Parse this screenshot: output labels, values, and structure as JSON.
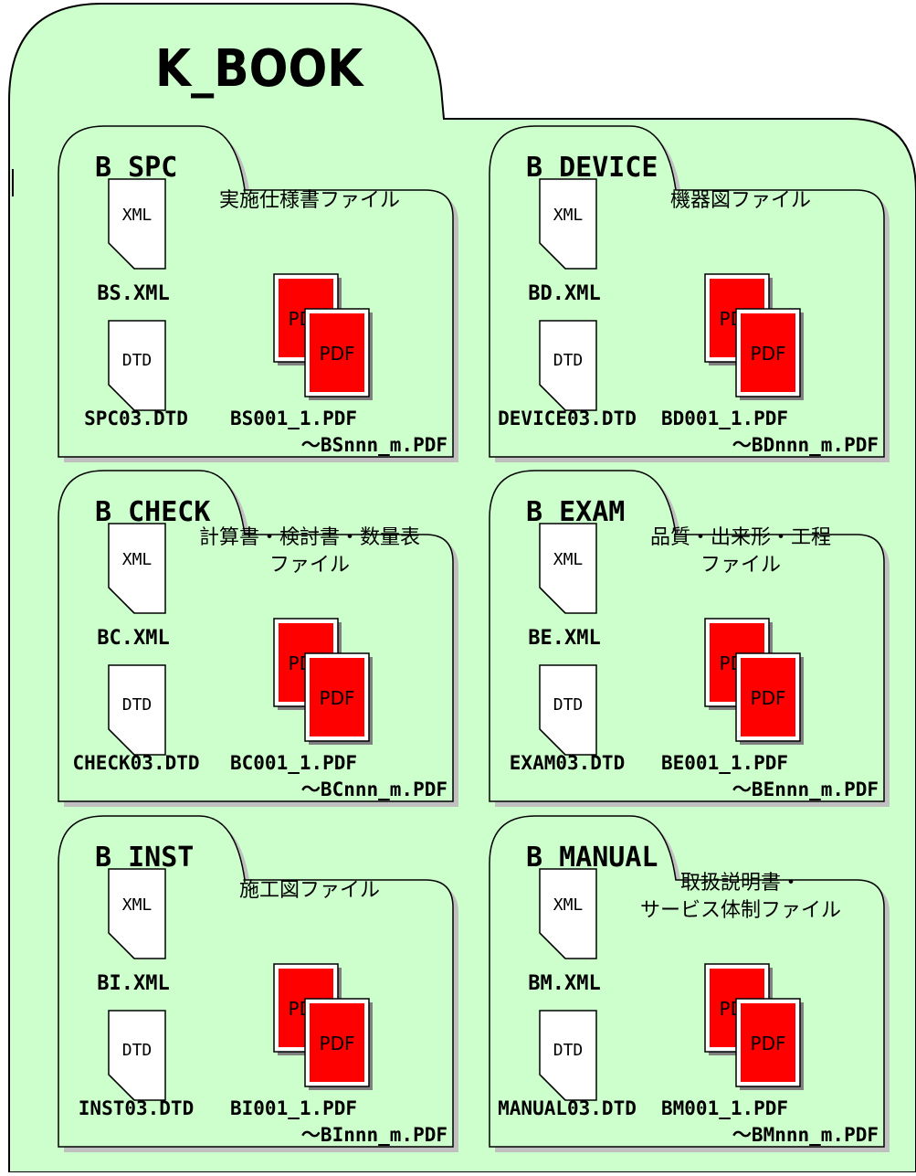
{
  "root": {
    "title": "K_BOOK"
  },
  "colors": {
    "folder_fill": "#ccffcc",
    "pdf_fill": "#ff0000",
    "stroke": "#000000",
    "shadow": "#c0c0c0"
  },
  "icon_labels": {
    "xml": "XML",
    "dtd": "DTD",
    "pdf": "PDF"
  },
  "folders": [
    {
      "id": "spc",
      "name": "B_SPC",
      "description": [
        "実施仕様書ファイル"
      ],
      "xml_file": "BS.XML",
      "dtd_file": "SPC03.DTD",
      "pdf_first": "BS001_1.PDF",
      "pdf_last": "～BSnnn_m.PDF"
    },
    {
      "id": "device",
      "name": "B_DEVICE",
      "description": [
        "機器図ファイル"
      ],
      "xml_file": "BD.XML",
      "dtd_file": "DEVICE03.DTD",
      "pdf_first": "BD001_1.PDF",
      "pdf_last": "～BDnnn_m.PDF"
    },
    {
      "id": "check",
      "name": "B_CHECK",
      "description": [
        "計算書・検討書・数量表",
        "ファイル"
      ],
      "xml_file": "BC.XML",
      "dtd_file": "CHECK03.DTD",
      "pdf_first": "BC001_1.PDF",
      "pdf_last": "～BCnnn_m.PDF"
    },
    {
      "id": "exam",
      "name": "B_EXAM",
      "description": [
        "品質・出来形・工程",
        "ファイル"
      ],
      "xml_file": "BE.XML",
      "dtd_file": "EXAM03.DTD",
      "pdf_first": "BE001_1.PDF",
      "pdf_last": "～BEnnn_m.PDF"
    },
    {
      "id": "inst",
      "name": "B_INST",
      "description": [
        "施工図ファイル"
      ],
      "xml_file": "BI.XML",
      "dtd_file": "INST03.DTD",
      "pdf_first": "BI001_1.PDF",
      "pdf_last": "～BInnn_m.PDF"
    },
    {
      "id": "manual",
      "name": "B_MANUAL",
      "description": [
        "取扱説明書・",
        "サービス体制ファイル"
      ],
      "xml_file": "BM.XML",
      "dtd_file": "MANUAL03.DTD",
      "pdf_first": "BM001_1.PDF",
      "pdf_last": "～BMnnn_m.PDF"
    }
  ]
}
